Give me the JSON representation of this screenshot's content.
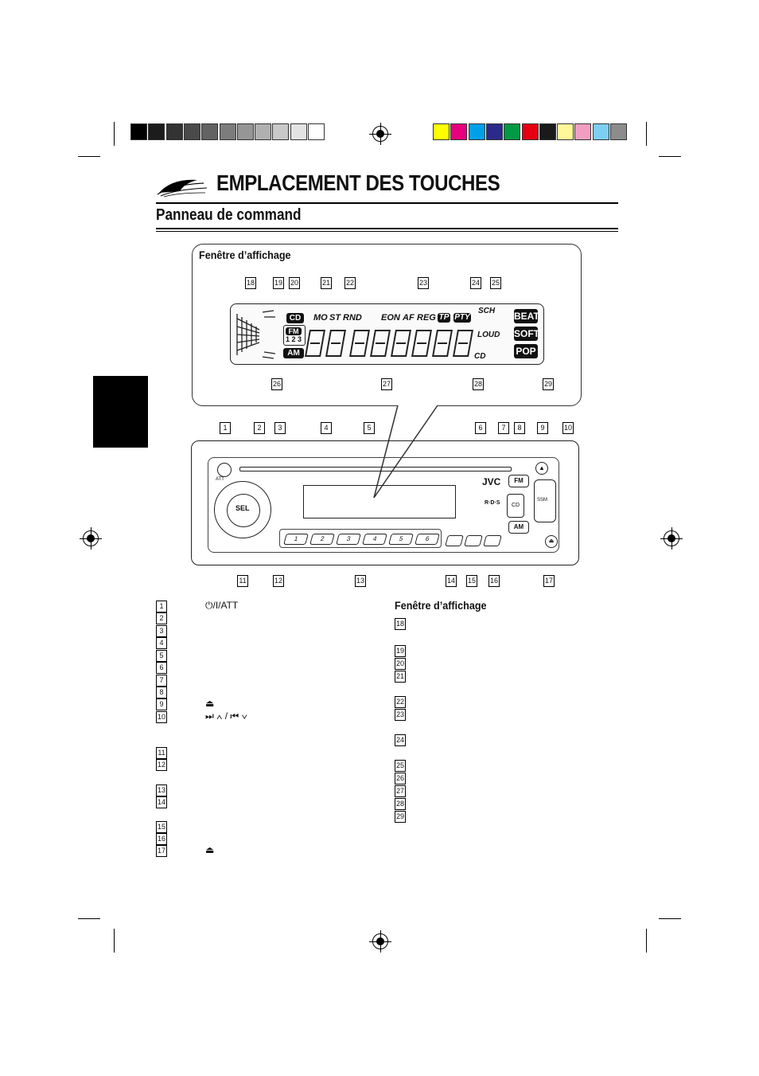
{
  "header": {
    "title": "EMPLACEMENT DES TOUCHES",
    "subtitle": "Panneau de command"
  },
  "color_bar": {
    "gray_swatches": [
      "#000000",
      "#1c1c1c",
      "#333333",
      "#4a4a4a",
      "#636363",
      "#7c7c7c",
      "#969696",
      "#b0b0b0",
      "#c9c9c9",
      "#e3e3e3",
      "#ffffff"
    ],
    "color_swatches": [
      "#ffff00",
      "#e6007e",
      "#00a0e9",
      "#2b2a8c",
      "#009944",
      "#e60012",
      "#1a1a1a",
      "#fff799",
      "#f19ec2",
      "#7ecef4",
      "#8c8c8c"
    ]
  },
  "display_panel": {
    "label": "Fenêtre d’affichage",
    "top_numbers": [
      "18",
      "19",
      "20",
      "21",
      "22",
      "23",
      "24",
      "25"
    ],
    "bottom_numbers": [
      "26",
      "27",
      "28",
      "29"
    ],
    "indicators": {
      "cd": "CD",
      "mo": "MO",
      "st": "ST",
      "rnd": "RND",
      "eon": "EON",
      "af": "AF",
      "reg": "REG",
      "tp": "TP",
      "pty": "PTY",
      "sch": "SCH",
      "loud": "LOUD",
      "fm": "FM",
      "preset": "1 2 3",
      "am": "AM",
      "beat": "BEAT",
      "soft": "SOFT",
      "pop": "POP",
      "cd2": "CD"
    }
  },
  "unit_panel": {
    "top_numbers": [
      "1",
      "2",
      "3",
      "4",
      "5",
      "6",
      "7",
      "8",
      "9",
      "10"
    ],
    "bottom_numbers": [
      "11",
      "12",
      "13",
      "14",
      "15",
      "16",
      "17"
    ],
    "labels": {
      "brand": "JVC",
      "sel": "SEL",
      "fm": "FM",
      "am": "AM",
      "cd": "CD",
      "ssm": "SSM",
      "rds": "R·D·S",
      "att": "ATT"
    },
    "presets": [
      "1",
      "2",
      "3",
      "4",
      "5",
      "6"
    ]
  },
  "legend_left": {
    "items": [
      {
        "num": "1",
        "text": "⏻/I/ATT"
      },
      {
        "num": "2",
        "text": ""
      },
      {
        "num": "3",
        "text": ""
      },
      {
        "num": "4",
        "text": ""
      },
      {
        "num": "5",
        "text": ""
      },
      {
        "num": "6",
        "text": ""
      },
      {
        "num": "7",
        "text": ""
      },
      {
        "num": "8",
        "text": ""
      },
      {
        "num": "9",
        "text": "⏏"
      },
      {
        "num": "10",
        "text": "⏭ ∧ / ⏮ ∨"
      },
      {
        "num": "11",
        "text": ""
      },
      {
        "num": "12",
        "text": ""
      },
      {
        "num": "13",
        "text": ""
      },
      {
        "num": "14",
        "text": ""
      },
      {
        "num": "15",
        "text": ""
      },
      {
        "num": "16",
        "text": ""
      },
      {
        "num": "17",
        "text": "⏏"
      }
    ]
  },
  "legend_right": {
    "heading": "Fenêtre d’affichage",
    "items": [
      "18",
      "19",
      "20",
      "21",
      "22",
      "23",
      "24",
      "25",
      "26",
      "27",
      "28",
      "29"
    ]
  }
}
